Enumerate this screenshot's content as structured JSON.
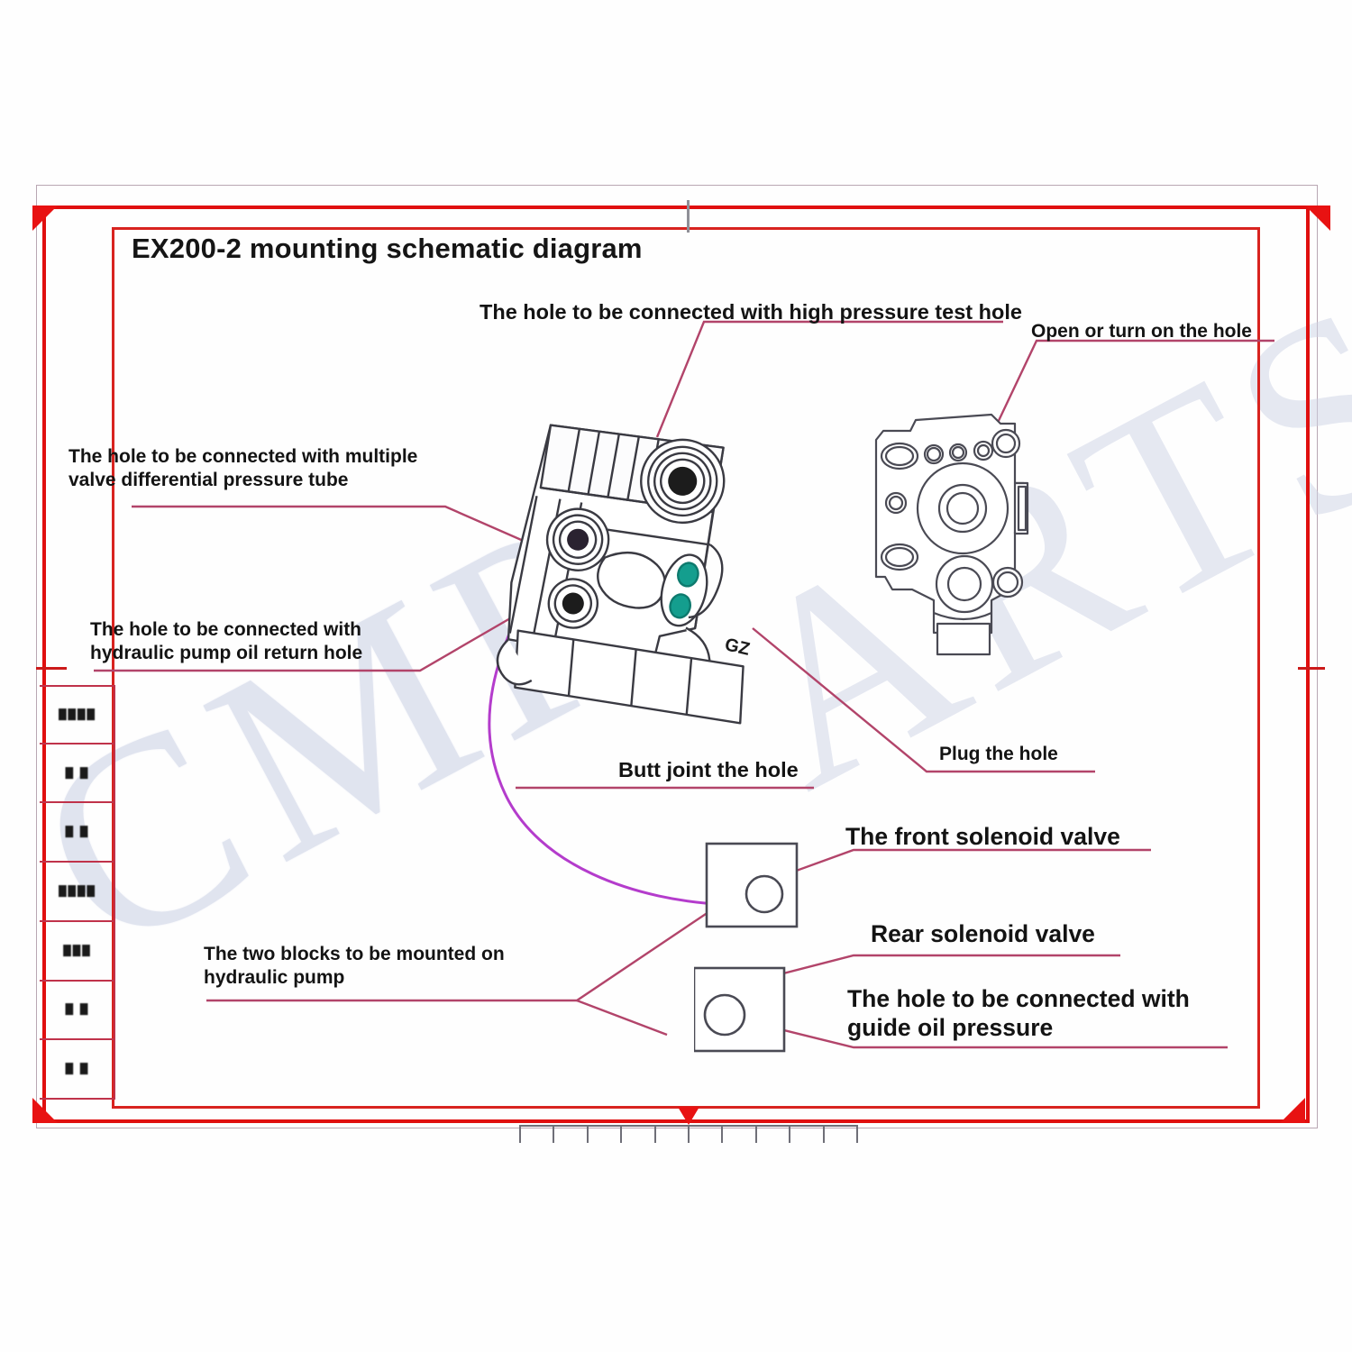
{
  "document": {
    "title": "EX200-2 mounting schematic diagram",
    "watermark_left": "CMP",
    "watermark_right": "ARTS",
    "part_mark": "GZ"
  },
  "labels": {
    "high_pressure_test": "The hole to be connected with high pressure test hole",
    "open_turn_on": "Open or turn on the hole",
    "multiple_valve": "The hole to be connected with multiple\nvalve differential pressure tube",
    "pump_oil_return": "The hole to be connected with\nhydraulic pump oil return hole",
    "butt_joint": "Butt joint the hole",
    "plug_the_hole": "Plug the hole",
    "front_solenoid": "The front solenoid valve",
    "rear_solenoid": "Rear solenoid valve",
    "guide_oil_pressure": "The hole to be connected with\nguide oil pressure",
    "two_blocks": "The two blocks to be mounted on\nhydraulic pump"
  },
  "title_block": {
    "rows": [
      {
        "marks": "████"
      },
      {
        "marks": "█ █"
      },
      {
        "marks": "█ █"
      },
      {
        "marks": "████"
      },
      {
        "marks": "███"
      },
      {
        "marks": "█ █"
      },
      {
        "marks": "█ █"
      }
    ]
  },
  "colors": {
    "frame_red": "#e00f0f",
    "inner_frame_red": "#d8231f",
    "leader_line": "#b2446a",
    "highlight_curve": "#b43ccc",
    "port_green": "#149e8e",
    "drawing_line": "#3a3a42",
    "watermark": "#c9cfe4"
  },
  "ruler": {
    "tick_count": 11
  }
}
